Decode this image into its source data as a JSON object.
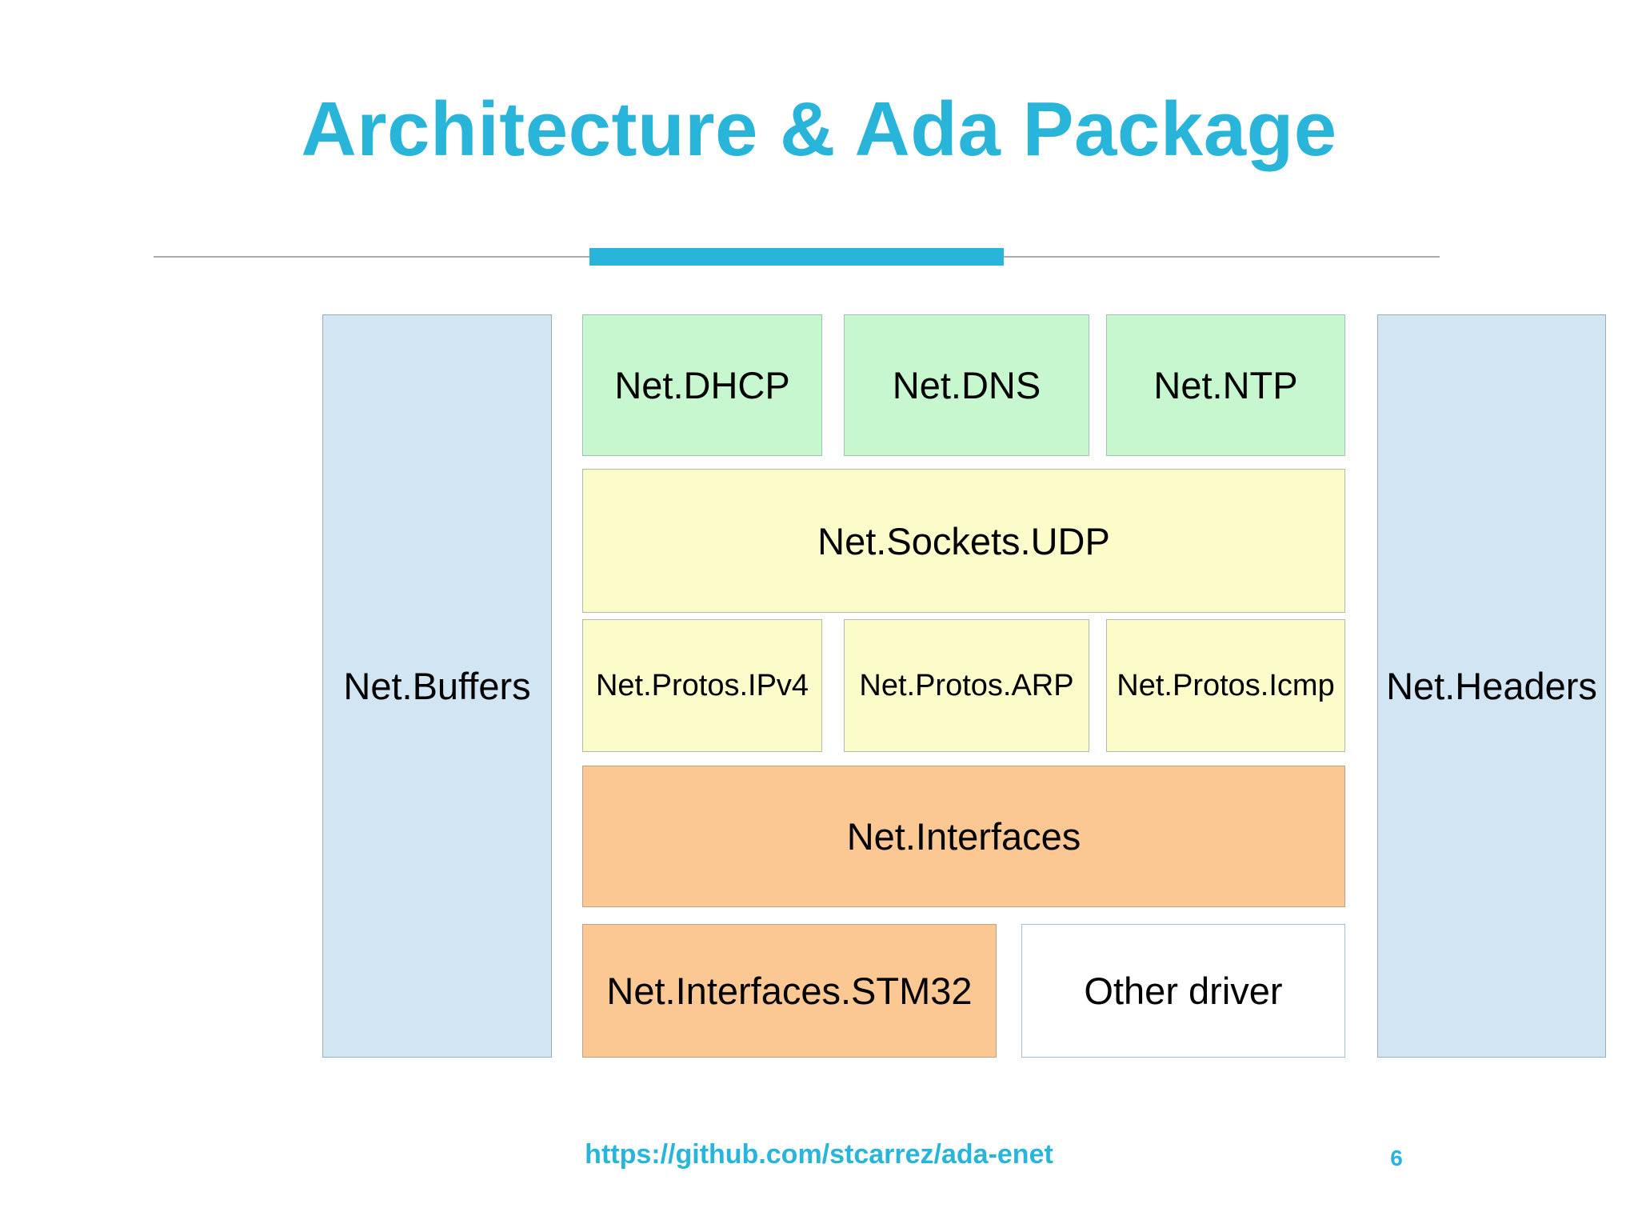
{
  "slide": {
    "title": "Architecture & Ada Package",
    "page_number": "6",
    "footer_link": "https://github.com/stcarrez/ada-enet",
    "accent_color": "#29b5d9",
    "background_color": "#ffffff"
  },
  "diagram": {
    "type": "layered-architecture-block-diagram",
    "pillars": [
      {
        "id": "buffers",
        "label": "Net.Buffers",
        "color": "#d2e5f3",
        "side": "left"
      },
      {
        "id": "headers",
        "label": "Net.Headers",
        "color": "#d2e5f3",
        "side": "right"
      }
    ],
    "layers": [
      {
        "id": "applications",
        "color": "#c7f7ce",
        "boxes": [
          {
            "id": "dhcp",
            "label": "Net.DHCP"
          },
          {
            "id": "dns",
            "label": "Net.DNS"
          },
          {
            "id": "ntp",
            "label": "Net.NTP"
          }
        ]
      },
      {
        "id": "sockets",
        "color": "#fcfcca",
        "boxes": [
          {
            "id": "udp",
            "label": "Net.Sockets.UDP"
          }
        ]
      },
      {
        "id": "protocols",
        "color": "#fcfcca",
        "boxes": [
          {
            "id": "ipv4",
            "label": "Net.Protos.IPv4"
          },
          {
            "id": "arp",
            "label": "Net.Protos.ARP"
          },
          {
            "id": "icmp",
            "label": "Net.Protos.Icmp"
          }
        ]
      },
      {
        "id": "interfaces",
        "color": "#fbc893",
        "boxes": [
          {
            "id": "interfaces",
            "label": "Net.Interfaces"
          }
        ]
      },
      {
        "id": "drivers",
        "boxes": [
          {
            "id": "stm32",
            "label": "Net.Interfaces.STM32",
            "color": "#fbc893"
          },
          {
            "id": "other",
            "label": "Other driver",
            "color": "#ffffff"
          }
        ]
      }
    ]
  }
}
